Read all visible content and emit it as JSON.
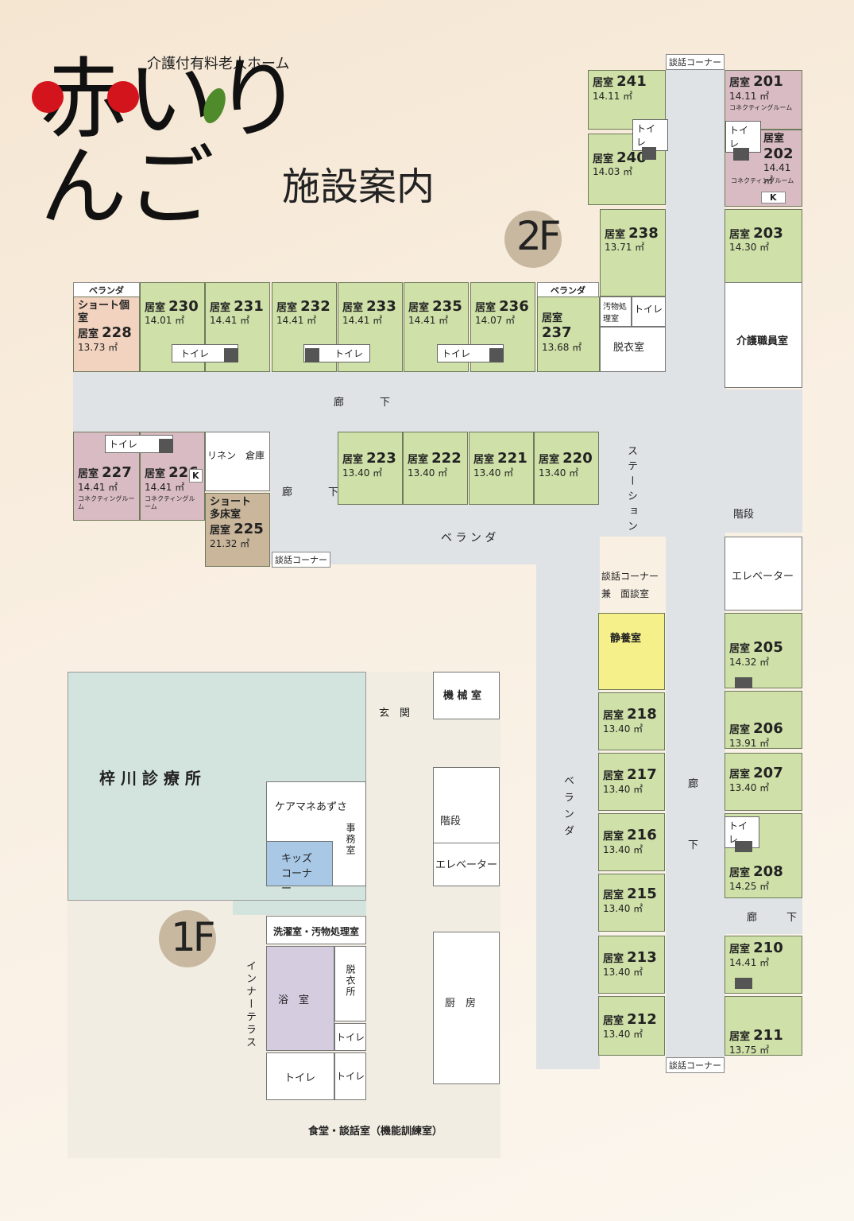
{
  "header": {
    "subtitle": "介護付有料老人ホーム",
    "logo_text": "赤いりんご",
    "title": "施設案内"
  },
  "floors": {
    "f2": "2F",
    "f1": "1F"
  },
  "rooms_2f": [
    {
      "key": "r241",
      "label": "居室",
      "num": "241",
      "area": "14.11 ㎡"
    },
    {
      "key": "r240",
      "label": "居室",
      "num": "240",
      "area": "14.03 ㎡"
    },
    {
      "key": "r238",
      "label": "居室",
      "num": "238",
      "area": "13.71 ㎡"
    },
    {
      "key": "r201",
      "label": "居室",
      "num": "201",
      "area": "14.11 ㎡",
      "note": "コネクティングルーム"
    },
    {
      "key": "r202",
      "label": "居室",
      "num": "202",
      "area": "14.41 ㎡",
      "note": "コネクティングルーム"
    },
    {
      "key": "r203",
      "label": "居室",
      "num": "203",
      "area": "14.30 ㎡"
    },
    {
      "key": "r230",
      "label": "居室",
      "num": "230",
      "area": "14.01 ㎡"
    },
    {
      "key": "r231",
      "label": "居室",
      "num": "231",
      "area": "14.41 ㎡"
    },
    {
      "key": "r232",
      "label": "居室",
      "num": "232",
      "area": "14.41 ㎡"
    },
    {
      "key": "r233",
      "label": "居室",
      "num": "233",
      "area": "14.41 ㎡"
    },
    {
      "key": "r235",
      "label": "居室",
      "num": "235",
      "area": "14.41 ㎡"
    },
    {
      "key": "r236",
      "label": "居室",
      "num": "236",
      "area": "14.07 ㎡"
    },
    {
      "key": "r237",
      "label": "居室",
      "num": "237",
      "area": "13.68 ㎡"
    },
    {
      "key": "r228",
      "label": "居室",
      "num": "228",
      "area": "13.73 ㎡",
      "pre": "ショート個室"
    },
    {
      "key": "r227",
      "label": "居室",
      "num": "227",
      "area": "14.41 ㎡",
      "note": "コネクティングルーム"
    },
    {
      "key": "r226",
      "label": "居室",
      "num": "226",
      "area": "14.41 ㎡",
      "note": "コネクティングルーム"
    },
    {
      "key": "r225",
      "label": "居室",
      "num": "225",
      "area": "21.32 ㎡",
      "pre": "ショート",
      "pre2": "多床室"
    },
    {
      "key": "r223",
      "label": "居室",
      "num": "223",
      "area": "13.40 ㎡"
    },
    {
      "key": "r222",
      "label": "居室",
      "num": "222",
      "area": "13.40 ㎡"
    },
    {
      "key": "r221",
      "label": "居室",
      "num": "221",
      "area": "13.40 ㎡"
    },
    {
      "key": "r220",
      "label": "居室",
      "num": "220",
      "area": "13.40 ㎡"
    },
    {
      "key": "r205",
      "label": "居室",
      "num": "205",
      "area": "14.32 ㎡"
    },
    {
      "key": "r206",
      "label": "居室",
      "num": "206",
      "area": "13.91 ㎡"
    },
    {
      "key": "r207",
      "label": "居室",
      "num": "207",
      "area": "13.40 ㎡"
    },
    {
      "key": "r208",
      "label": "居室",
      "num": "208",
      "area": "14.25 ㎡"
    },
    {
      "key": "r210",
      "label": "居室",
      "num": "210",
      "area": "14.41 ㎡"
    },
    {
      "key": "r211",
      "label": "居室",
      "num": "211",
      "area": "13.75 ㎡"
    },
    {
      "key": "r218",
      "label": "居室",
      "num": "218",
      "area": "13.40 ㎡"
    },
    {
      "key": "r217",
      "label": "居室",
      "num": "217",
      "area": "13.40 ㎡"
    },
    {
      "key": "r216",
      "label": "居室",
      "num": "216",
      "area": "13.40 ㎡"
    },
    {
      "key": "r215",
      "label": "居室",
      "num": "215",
      "area": "13.40 ㎡"
    },
    {
      "key": "r213",
      "label": "居室",
      "num": "213",
      "area": "13.40 ㎡"
    },
    {
      "key": "r212",
      "label": "居室",
      "num": "212",
      "area": "13.40 ㎡"
    }
  ],
  "labels_2f": {
    "talk_corner": "談話コーナー",
    "toilet": "トイレ",
    "veranda": "ベランダ",
    "veranda_spaced": "ベ ラ ン ダ",
    "corridor": "廊　下",
    "corridor_v1": "廊",
    "corridor_v2": "下",
    "linen": "リネン　倉庫",
    "station": "ステーション",
    "stairs": "階段",
    "elevator": "エレベーター",
    "staff_room": "介護職員室",
    "dressing": "脱衣室",
    "soiled": "汚物処理室",
    "talk_interview_1": "談話コーナー",
    "talk_interview_2": "兼　面談室",
    "rest_room": "静養室",
    "kitchen_k": "K"
  },
  "labels_1f": {
    "clinic": "梓 川 診 療 所",
    "entrance": "玄　関",
    "machine": "機 械 室",
    "stairs": "階段",
    "elevator": "エレベーター",
    "caremanager": "ケアマネあずさ",
    "office": "事務室",
    "kids": "キッズコーナー",
    "laundry": "洗濯室・汚物処理室",
    "bath": "浴　室",
    "dressing": "脱衣所",
    "toilet": "トイレ",
    "kitchen": "厨　房",
    "inner_terrace": "インナーテラス",
    "dining": "食堂・談話室（機能訓練室）"
  }
}
